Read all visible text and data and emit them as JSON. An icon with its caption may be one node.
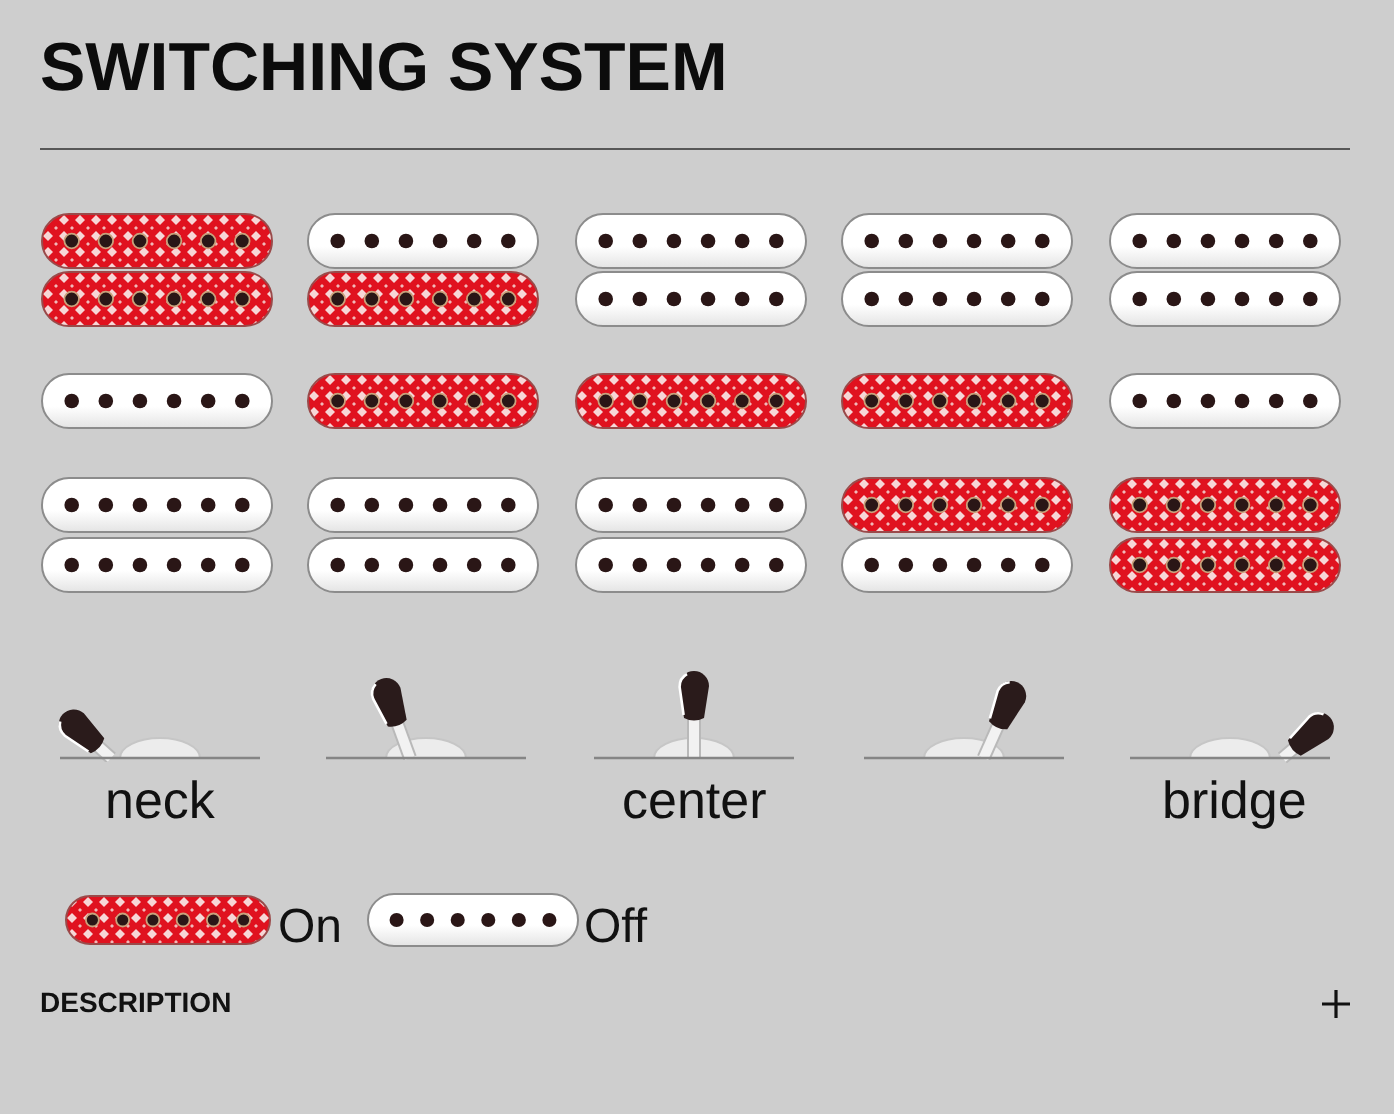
{
  "diagram": {
    "title": "SWITCHING SYSTEM",
    "labels": [
      "neck",
      "center",
      "bridge",
      "DESCRIPTION"
    ],
    "legend": [
      {
        "text": "On"
      },
      {
        "text": "Off"
      }
    ]
  }
}
